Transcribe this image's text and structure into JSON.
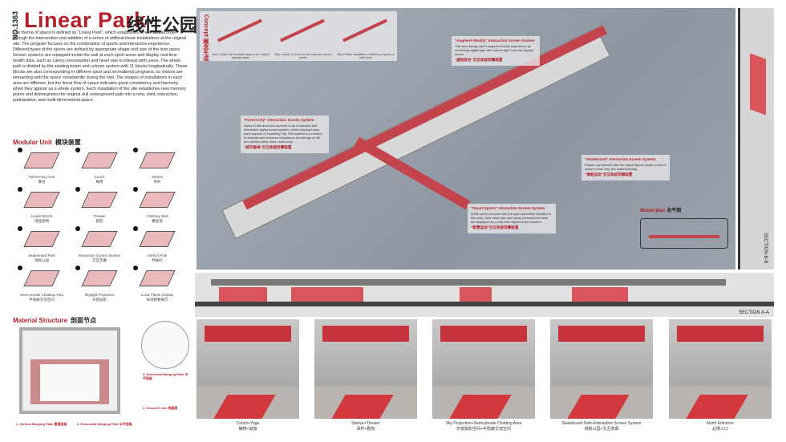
{
  "header": {
    "number": "NO.1363",
    "title": "Linear Park",
    "title_cn": "线性公园"
  },
  "intro": "The theme of space is defined as \"Linear Park\", which establishes a new spatial order through the intervention and addition of a series of artificial linear installations at the original site. The program focuses on the combination of sports and interactive experience. Different types of the sports are defined by appropriate shape and size of the liner pipes. Screen systems are equipped inside the wall at each sport areas and display real-time health data, such as calory consumption and heart rate to interact with users. The whole path is divided by the existing beam and column system with 11 blocks longitudinally. These blocks are also corresponding to different sport and recreational programs, so visitors are interacting with the space consistently during the visit. The shapes of installations in each area are different, but the linear flow of space indicates great consistency and harmony when they appear as a whole system. Each installation of the site establishes new memory points and disintegrates the original dull underground path into a new, vivid, interactive, participative, and multi-dimensional space.",
  "modular": {
    "title": "Modular Unit",
    "title_cn": "模块装置",
    "items": [
      {
        "en": "Performing Area",
        "cn": "舞台"
      },
      {
        "en": "Couch",
        "cn": "躺椅"
      },
      {
        "en": "Steeve",
        "cn": "吊杆"
      },
      {
        "en": "Linear Bench",
        "cn": "线性座椅"
      },
      {
        "en": "Theater",
        "cn": "剧院"
      },
      {
        "en": "Climbing Wall",
        "cn": "攀岩墙"
      },
      {
        "en": "Skateboard Park",
        "cn": "滑板公园"
      },
      {
        "en": "Interaction Screen System",
        "cn": "交互荧幕"
      },
      {
        "en": "Stretch Pole",
        "cn": "伸展杆"
      },
      {
        "en": "Semi-private Chatting Area",
        "cn": "半隐蔽交流空间"
      },
      {
        "en": "Skylight Projection",
        "cn": "天窗投影"
      },
      {
        "en": "Local Plants Display",
        "cn": "本地植物展示"
      }
    ]
  },
  "material": {
    "title": "Material Structure",
    "title_cn": "剖面节点",
    "specs": [
      {
        "title": "1. Vertical Hanging Plate 垂直挂板"
      },
      {
        "title": "2. Horizontal Hanging Plate 水平挂板"
      },
      {
        "title": "3. Horizontal Hanging Plate 水平挂板"
      },
      {
        "title": "4. Ground Level 地面层"
      }
    ]
  },
  "concept": {
    "title": "Concept 概念生成",
    "steps": [
      "Step 1 Divide the circulation space in the original passage space",
      "Step 2 Divide 11 blocks by the beam and column system",
      "Step 3 Place installations of different programs in each block"
    ]
  },
  "callouts": [
    {
      "title": "\"Augment Reality\" Interaction Screen System",
      "body": "This area brings user's augment reality experience by combining digital light with natural light from the skywell above.",
      "title_cn": "\"虚拟结合\"交互体验荧幕装置"
    },
    {
      "title": "\"Forest City\" Interaction Screen System",
      "body": "Users in this area are exposed to an immersive and interactive digital screen system, which displays local plant species of Kunming City. This system is a method to educate and enhance neighbours knowledge of the eco system within their community.",
      "title_cn": "\"城市森林\"交互体验荧幕装置"
    },
    {
      "title": "\"Skateboard\" Interaction Screen System",
      "body": "People can interact with the digital figures inside a screen system when they are skateboarding.",
      "title_cn": "\"滑板运动\"交互体验荧幕装置"
    },
    {
      "title": "\"Smart Sports\" Interaction Screen System",
      "body": "While users exercise with the sport amenities installed in this area, their heart rate and calory consumption data are displayed by a real-time digital screen system.",
      "title_cn": "\"智慧运动\"交互体验荧幕装置"
    }
  ],
  "masterplan": {
    "title": "Masterplan",
    "title_cn": "总平面"
  },
  "sections": {
    "a": "SECTION A-A",
    "b": "SECTION B-B"
  },
  "photos": [
    {
      "en": "Couch+Yoga",
      "cn": "躺椅+瑜伽"
    },
    {
      "en": "Steeve+Theater",
      "cn": "吊杆+剧院"
    },
    {
      "en": "Sky Projection+Semi-private Chatting Area",
      "cn": "天窗投影空间+半隐蔽交流空间"
    },
    {
      "en": "Skateboard Park+Interaction Screen System",
      "cn": "滑板公园+交互荧幕"
    },
    {
      "en": "North Entrance",
      "cn": "北侧入口"
    }
  ],
  "colors": {
    "accent": "#b3202a",
    "installation": "#c3444c"
  }
}
